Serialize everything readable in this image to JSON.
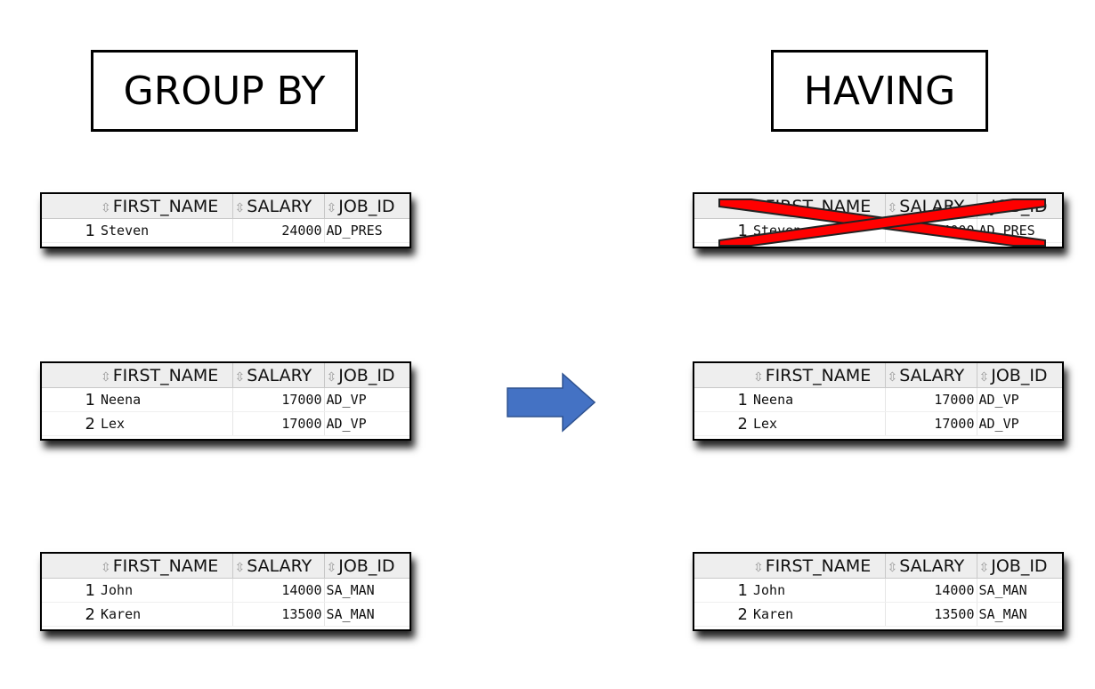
{
  "titles": {
    "left": "GROUP BY",
    "right": "HAVING"
  },
  "columns": {
    "first_name": "FIRST_NAME",
    "salary": "SALARY",
    "job_id": "JOB_ID"
  },
  "sort_glyph": "⇳",
  "groups": [
    {
      "rows": [
        {
          "n": "1",
          "first_name": "Steven",
          "salary": "24000",
          "job_id": "AD_PRES"
        }
      ]
    },
    {
      "rows": [
        {
          "n": "1",
          "first_name": "Neena",
          "salary": "17000",
          "job_id": "AD_VP"
        },
        {
          "n": "2",
          "first_name": "Lex",
          "salary": "17000",
          "job_id": "AD_VP"
        }
      ]
    },
    {
      "rows": [
        {
          "n": "1",
          "first_name": "John",
          "salary": "14000",
          "job_id": "SA_MAN"
        },
        {
          "n": "2",
          "first_name": "Karen",
          "salary": "13500",
          "job_id": "SA_MAN"
        }
      ]
    }
  ],
  "colors": {
    "arrow": "#4472c4",
    "cross": "#ff0000"
  },
  "icons": {
    "arrow": "right-arrow-icon",
    "cross": "red-x-cross-icon"
  }
}
